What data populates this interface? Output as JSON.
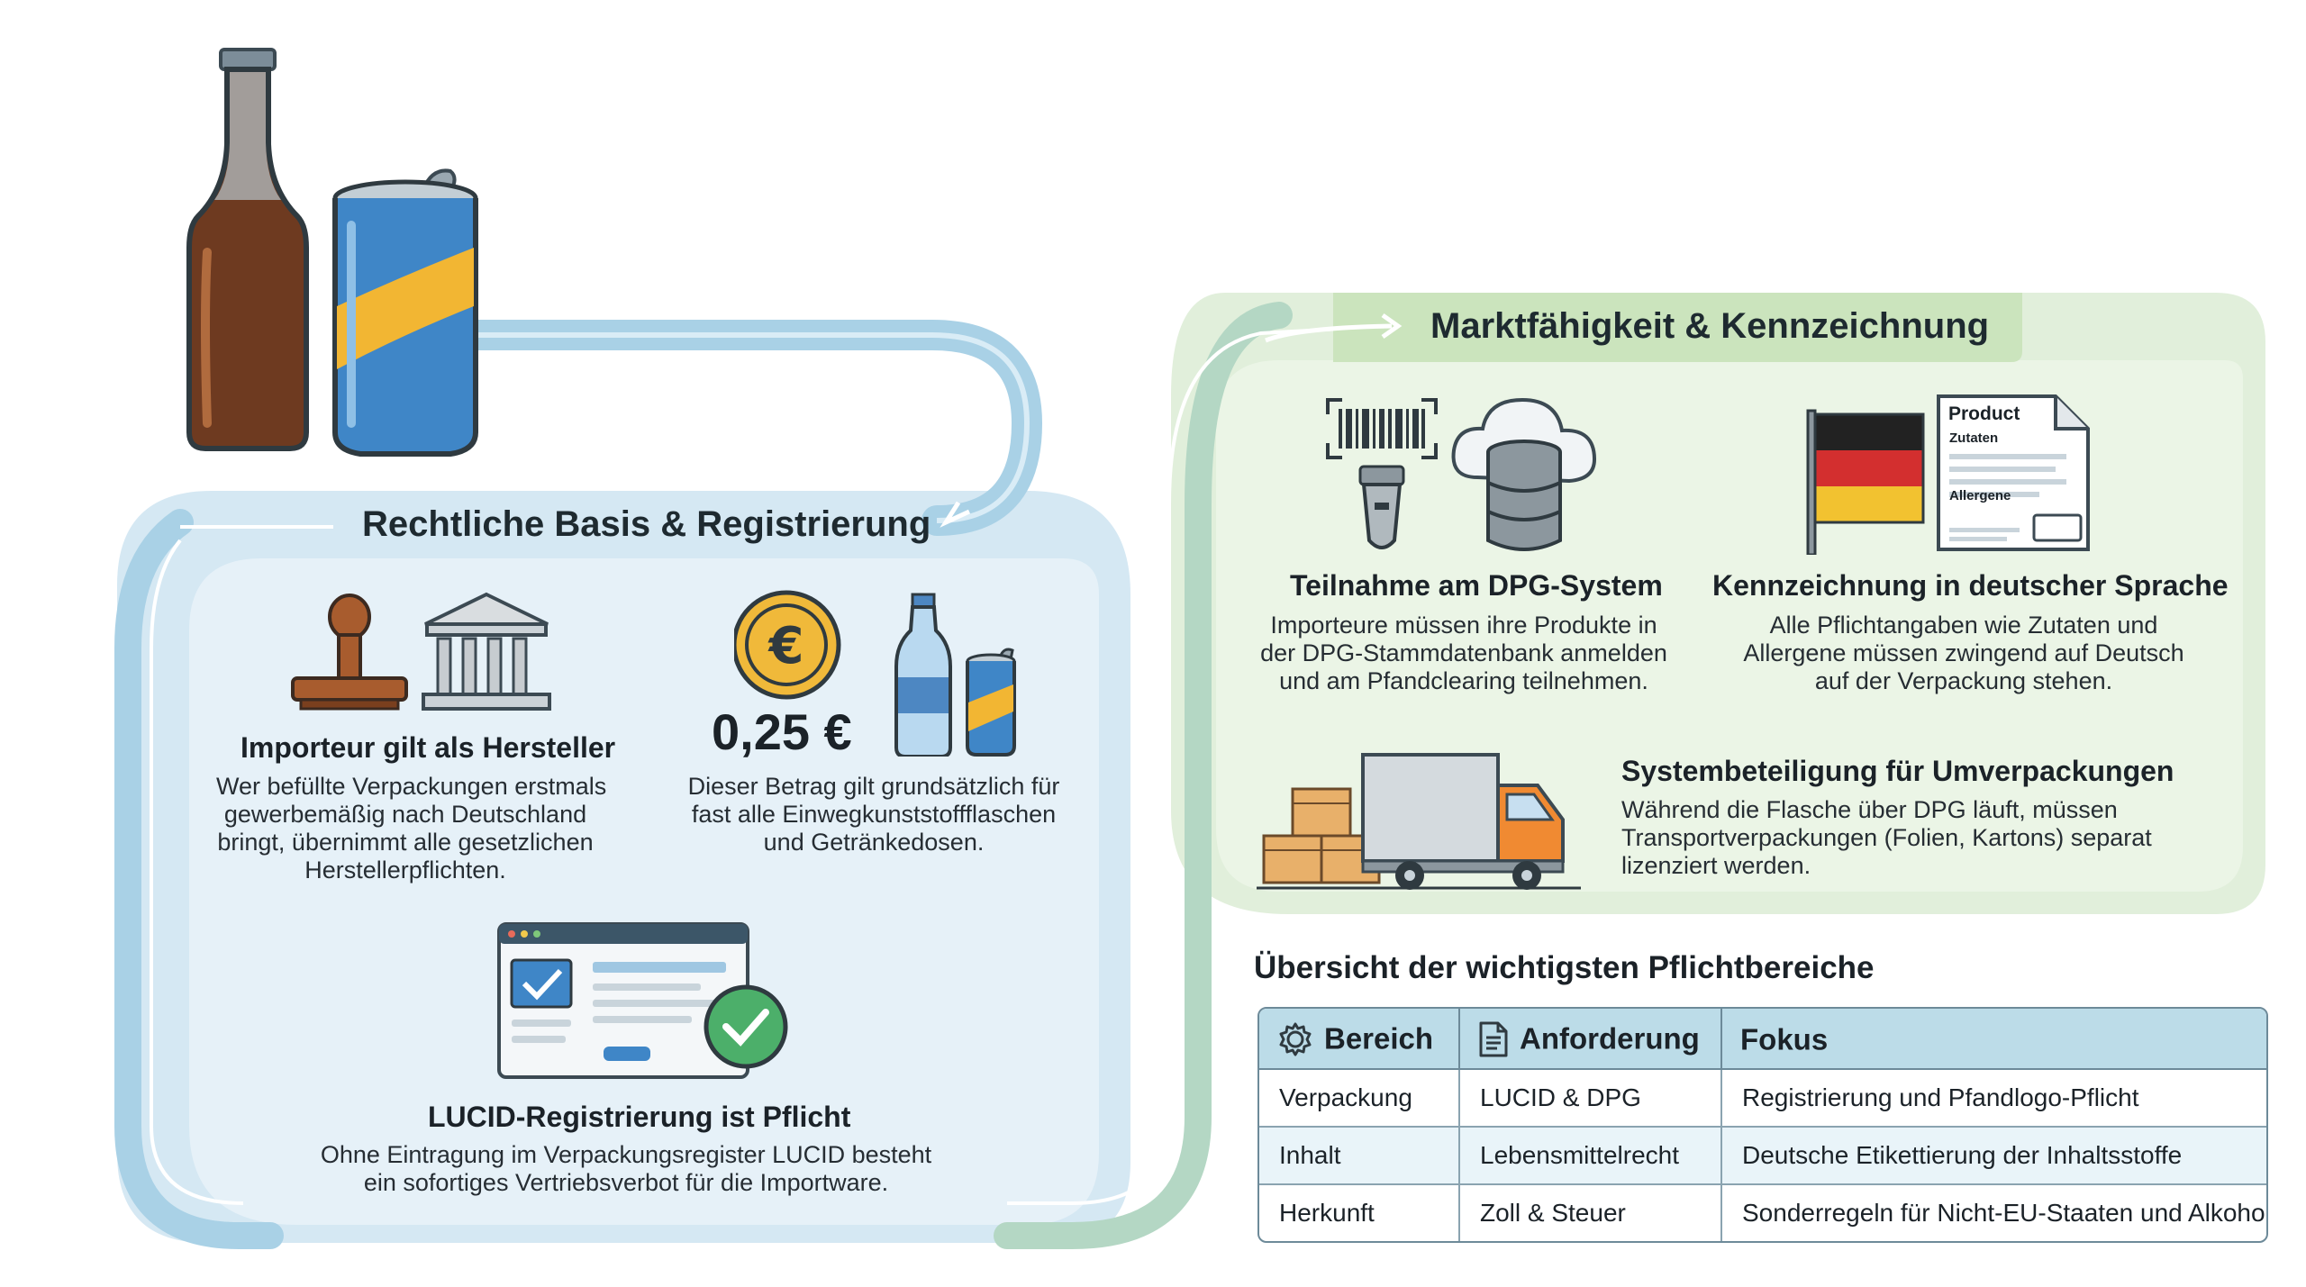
{
  "left_section": {
    "title": "Rechtliche Basis & Registrierung",
    "items": [
      {
        "title": "Importeur gilt als Hersteller",
        "desc_lines": [
          "Wer befüllte Verpackungen erstmals",
          "gewerbemäßig nach Deutschland",
          "bringt, übernimmt alle gesetzlichen",
          "Herstellerpflichten."
        ],
        "icons": [
          "stamp-icon",
          "government-building-icon"
        ]
      },
      {
        "price": "0,25 €",
        "desc_lines": [
          "Dieser Betrag gilt grundsätzlich für",
          "fast alle Einwegkunststoffflaschen",
          "und Getränkedosen."
        ],
        "icons": [
          "euro-coin-icon",
          "plastic-bottle-icon",
          "can-icon"
        ]
      },
      {
        "title": "LUCID-Registrierung ist Pflicht",
        "desc_lines": [
          "Ohne Eintragung im Verpackungsregister LUCID besteht",
          "ein sofortiges Vertriebsverbot für die Importware."
        ],
        "icons": [
          "browser-window-icon",
          "checkmark-circle-icon"
        ]
      }
    ]
  },
  "right_section": {
    "title": "Marktfähigkeit & Kennzeichnung",
    "items": [
      {
        "title": "Teilnahme am DPG-System",
        "desc_lines": [
          "Importeure müssen ihre Produkte in",
          "der DPG-Stammdatenbank anmelden",
          "und am Pfandclearing teilnehmen."
        ],
        "icons": [
          "barcode-scanner-icon",
          "cloud-database-icon"
        ]
      },
      {
        "title": "Kennzeichnung in deutscher Sprache",
        "desc_lines": [
          "Alle Pflichtangaben wie Zutaten und",
          "Allergene müssen zwingend auf Deutsch",
          "auf der Verpackung stehen."
        ],
        "icons": [
          "german-flag-icon",
          "product-label-icon"
        ],
        "label_card": {
          "title": "Product",
          "line1": "Zutaten",
          "line2": "Allergene"
        }
      },
      {
        "title": "Systembeteiligung für Umverpackungen",
        "desc_lines": [
          "Während die Flasche über DPG läuft, müssen",
          "Transportverpackungen (Folien, Kartons) separat",
          "lizenziert werden."
        ],
        "icons": [
          "delivery-truck-icon",
          "cardboard-boxes-icon"
        ]
      }
    ]
  },
  "table": {
    "heading": "Übersicht der wichtigsten Pflichtbereiche",
    "columns": [
      {
        "label": "Bereich",
        "icon": "gear-icon"
      },
      {
        "label": "Anforderung",
        "icon": "document-icon"
      },
      {
        "label": "Fokus",
        "icon": ""
      }
    ],
    "rows": [
      [
        "Verpackung",
        "LUCID & DPG",
        "Registrierung und Pfandlogo-Pflicht"
      ],
      [
        "Inhalt",
        "Lebensmittelrecht",
        "Deutsche Etikettierung der Inhaltsstoffe"
      ],
      [
        "Herkunft",
        "Zoll & Steuer",
        "Sonderregeln für Nicht-EU-Staaten und Alkohol"
      ]
    ]
  },
  "illustration": {
    "icons": [
      "beer-bottle-icon",
      "beverage-can-icon"
    ]
  },
  "colors": {
    "blue_panel": "#dcebf4",
    "blue_flow": "#a9d1e6",
    "green_panel": "#e3f0dd",
    "green_flow": "#b6d9a6",
    "table_header": "#bcdce8"
  }
}
